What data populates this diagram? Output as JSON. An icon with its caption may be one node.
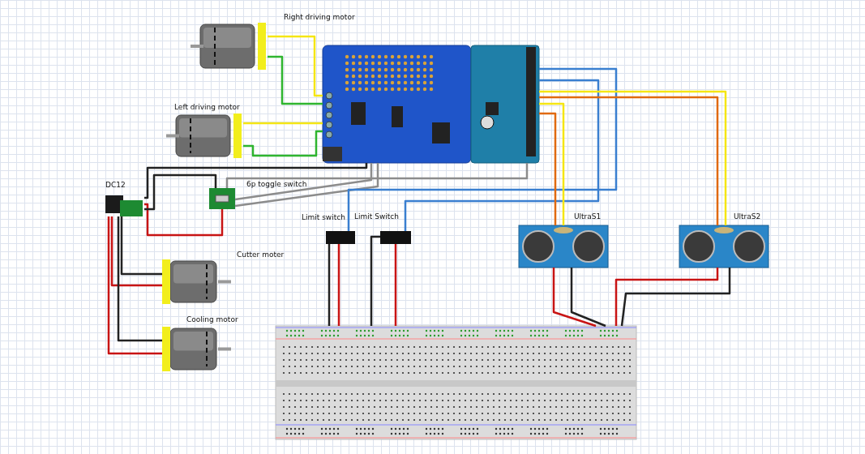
{
  "diagram": {
    "nodes": [
      {
        "text": [],
        "shape": "picture",
        "beside": [
          "Right driving motor"
        ]
      },
      {
        "text": [],
        "shape": "picture",
        "beside": [
          "Left driving motor"
        ]
      },
      {
        "text": [],
        "shape": "picture"
      },
      {
        "text": [],
        "shape": "picture"
      },
      {
        "text": [],
        "shape": "picture",
        "beside": [
          "DC12"
        ]
      },
      {
        "text": [],
        "shape": "picture",
        "beside": [
          "6p toggle switch"
        ]
      },
      {
        "text": [],
        "shape": "picture",
        "beside": [
          "Limit switch"
        ]
      },
      {
        "text": [],
        "shape": "picture",
        "beside": [
          "Limit Switch"
        ]
      },
      {
        "text": [],
        "shape": "picture",
        "beside": [
          "UltraS1"
        ]
      },
      {
        "text": [],
        "shape": "picture",
        "beside": [
          "UltraS2"
        ]
      },
      {
        "text": [],
        "shape": "picture",
        "beside": [
          "Cutter moter"
        ]
      },
      {
        "text": [],
        "shape": "picture",
        "beside": [
          "Cooling motor"
        ]
      },
      {
        "text": [],
        "shape": "picture"
      }
    ],
    "edges": [
      {
        "from": 0,
        "to": 2,
        "arrow": "none",
        "color": "#f5e614"
      },
      {
        "from": 0,
        "to": 2,
        "arrow": "none",
        "color": "#2fb52f"
      },
      {
        "from": 1,
        "to": 2,
        "arrow": "none",
        "color": "#f5e614"
      },
      {
        "from": 1,
        "to": 2,
        "arrow": "none",
        "color": "#2fb52f"
      },
      {
        "from": 4,
        "to": 2,
        "arrow": "none",
        "color": "#222222"
      },
      {
        "from": 4,
        "to": 5,
        "arrow": "none",
        "color": "#c81414"
      },
      {
        "from": 4,
        "to": 5,
        "arrow": "none",
        "color": "#222222"
      },
      {
        "from": 5,
        "to": 2,
        "arrow": "none",
        "color": "#8c8c8c"
      },
      {
        "from": 5,
        "to": 3,
        "arrow": "none",
        "color": "#8c8c8c"
      },
      {
        "from": 5,
        "to": 2,
        "arrow": "none",
        "color": "#8c8c8c"
      },
      {
        "from": 4,
        "to": 10,
        "arrow": "none",
        "color": "#c81414"
      },
      {
        "from": 4,
        "to": 10,
        "arrow": "none",
        "color": "#222222"
      },
      {
        "from": 4,
        "to": 11,
        "arrow": "none",
        "color": "#c81414"
      },
      {
        "from": 4,
        "to": 11,
        "arrow": "none",
        "color": "#222222"
      },
      {
        "from": 6,
        "to": 3,
        "arrow": "none",
        "color": "#3a7fd0"
      },
      {
        "from": 7,
        "to": 3,
        "arrow": "none",
        "color": "#3a7fd0"
      },
      {
        "from": 6,
        "to": 12,
        "arrow": "none",
        "color": "#222222"
      },
      {
        "from": 6,
        "to": 12,
        "arrow": "none",
        "color": "#c81414"
      },
      {
        "from": 7,
        "to": 12,
        "arrow": "none",
        "color": "#222222"
      },
      {
        "from": 7,
        "to": 12,
        "arrow": "none",
        "color": "#c81414"
      },
      {
        "from": 3,
        "to": 8,
        "arrow": "none",
        "color": "#f5e614"
      },
      {
        "from": 3,
        "to": 8,
        "arrow": "none",
        "color": "#e06a10"
      },
      {
        "from": 3,
        "to": 9,
        "arrow": "none",
        "color": "#f5e614"
      },
      {
        "from": 3,
        "to": 9,
        "arrow": "none",
        "color": "#e06a10"
      },
      {
        "from": 8,
        "to": 12,
        "arrow": "none",
        "color": "#c81414"
      },
      {
        "from": 8,
        "to": 12,
        "arrow": "none",
        "color": "#222222"
      },
      {
        "from": 9,
        "to": 12,
        "arrow": "none",
        "color": "#c81414"
      },
      {
        "from": 9,
        "to": 12,
        "arrow": "none",
        "color": "#222222"
      }
    ]
  }
}
